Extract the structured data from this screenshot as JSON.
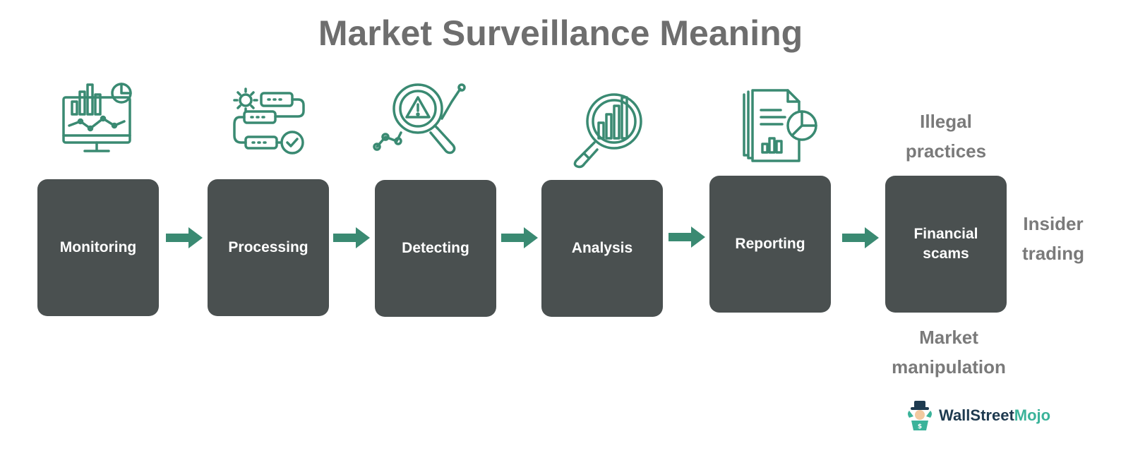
{
  "title": "Market Surveillance Meaning",
  "steps": [
    {
      "label": "Monitoring",
      "icon": "monitor-chart-icon"
    },
    {
      "label": "Processing",
      "icon": "process-flow-icon"
    },
    {
      "label": "Detecting",
      "icon": "magnifier-alert-icon"
    },
    {
      "label": "Analysis",
      "icon": "magnifier-bar-chart-icon"
    },
    {
      "label": "Reporting",
      "icon": "report-documents-icon"
    },
    {
      "label": "Financial\nscams",
      "icon": ""
    }
  ],
  "outcomes": {
    "top": "Illegal\npractices",
    "right": "Insider\ntrading",
    "bottom": "Market\nmanipulation"
  },
  "logo": {
    "part1": "WallStreet",
    "part2": "Mojo"
  },
  "colors": {
    "accent": "#3a8a72",
    "box": "#4a5050",
    "title": "#6e6e6e",
    "outcome": "#7a7a7a",
    "logo_dark": "#1e3a4f",
    "logo_accent": "#3bb39a"
  }
}
